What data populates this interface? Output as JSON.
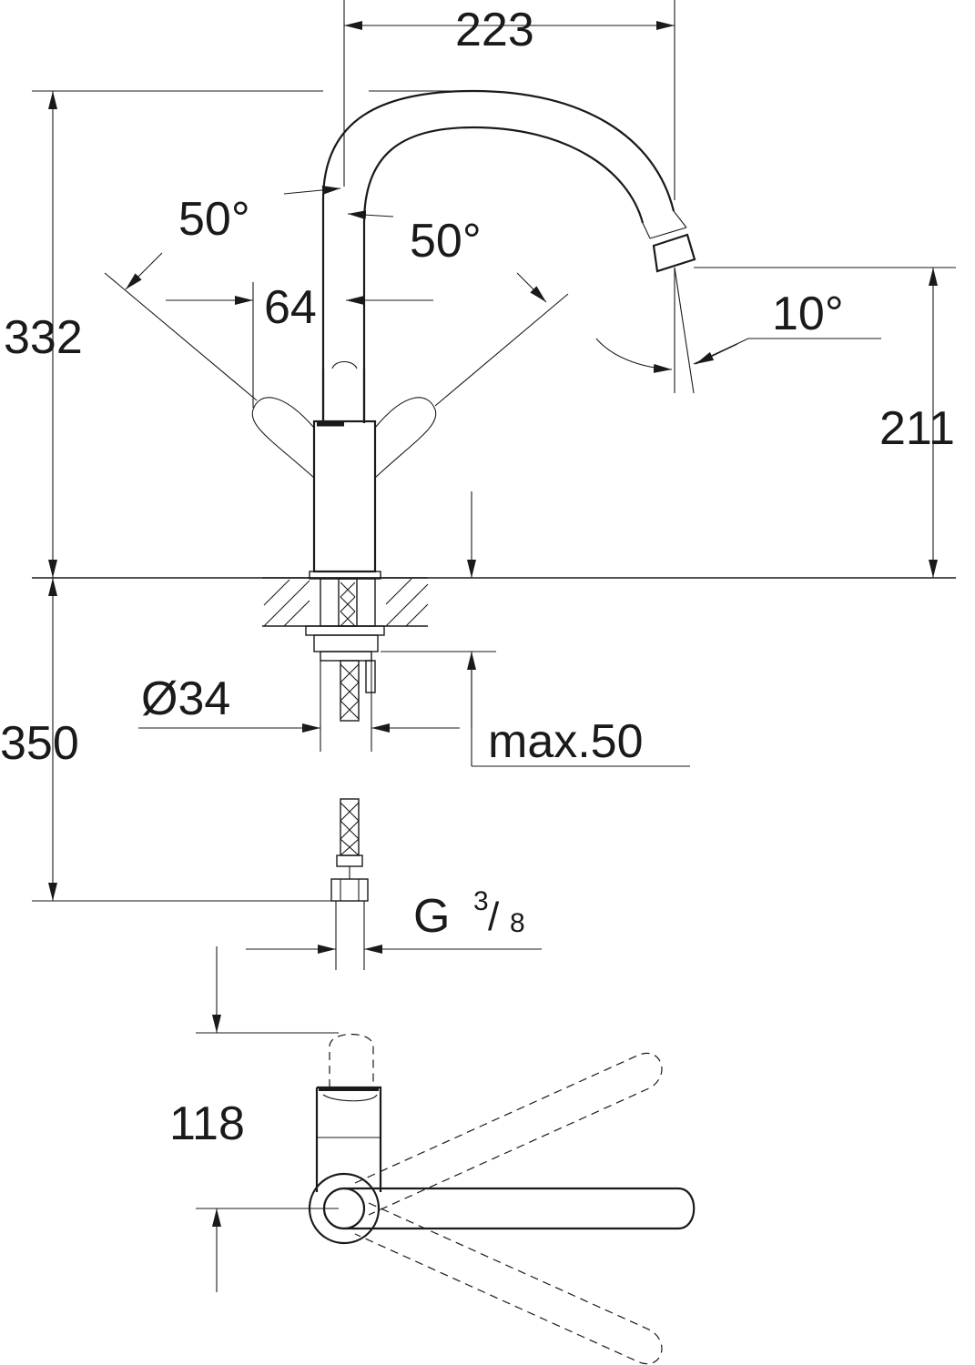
{
  "dimensions": {
    "width_223": "223",
    "height_332": "332",
    "height_211": "211",
    "depth_350": "350",
    "lever_64": "64",
    "angle_left": "50°",
    "angle_right": "50°",
    "angle_spout": "10°",
    "diameter": "Ø34",
    "max_thickness": "max.50",
    "thread_g": "G",
    "thread_num": "3",
    "thread_den": "8",
    "projection_118": "118"
  },
  "colors": {
    "ink": "#1a1a1a",
    "background": "#ffffff"
  }
}
